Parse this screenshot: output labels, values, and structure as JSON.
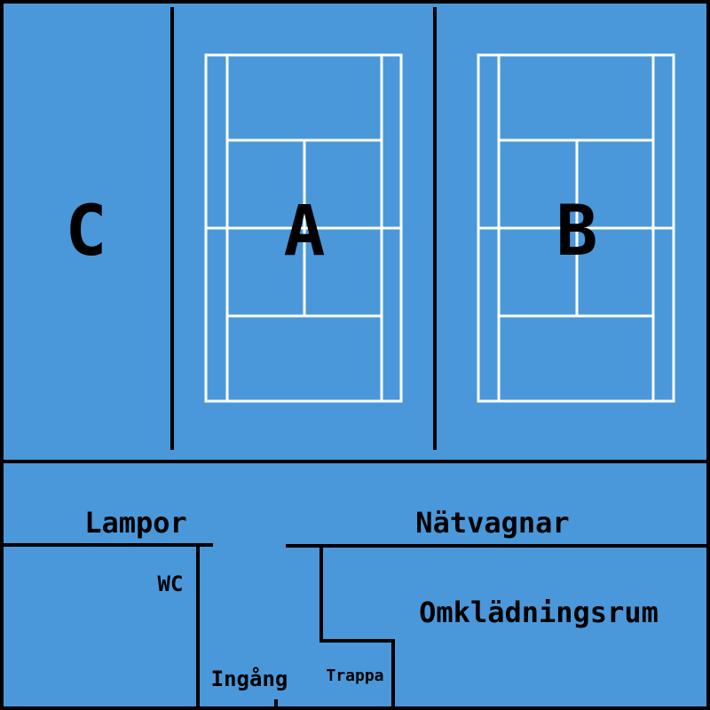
{
  "colors": {
    "floor": "#4a98da",
    "wall": "#000000",
    "court_line": "#ffffff",
    "text": "#000000"
  },
  "labels": {
    "court_c": "C",
    "court_a": "A",
    "court_b": "B",
    "lampor": "Lampor",
    "natvagnar": "Nätvagnar",
    "wc": "WC",
    "omkladningsrum": "Omklädningsrum",
    "ingang": "Ingång",
    "trappa": "Trappa"
  }
}
